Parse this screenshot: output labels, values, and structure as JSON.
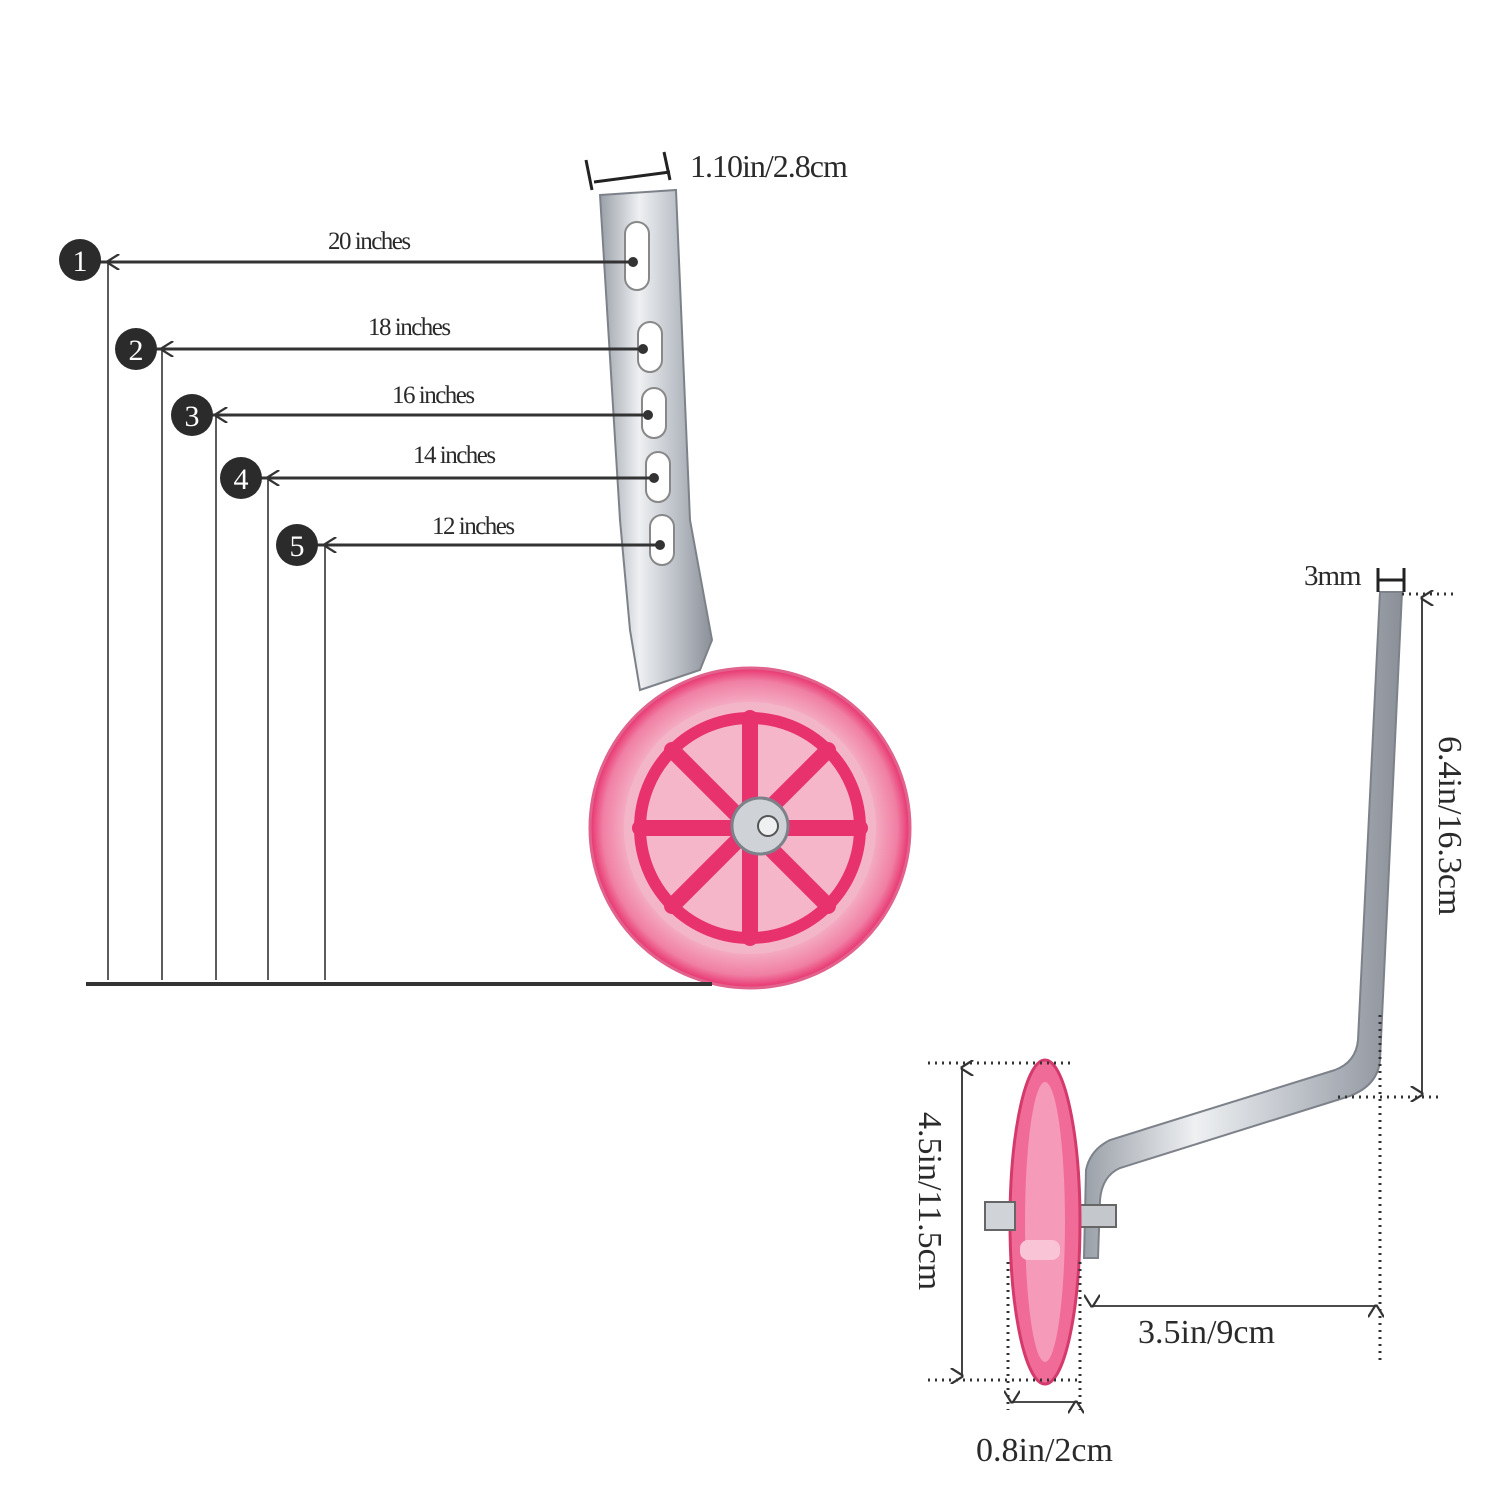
{
  "holes": [
    {
      "number": "1",
      "label": "20 inches"
    },
    {
      "number": "2",
      "label": "18 inches"
    },
    {
      "number": "3",
      "label": "16 inches"
    },
    {
      "number": "4",
      "label": "14 inches"
    },
    {
      "number": "5",
      "label": "12 inches"
    }
  ],
  "dimensions": {
    "bracket_width": "1.10in/2.8cm",
    "thickness": "3mm",
    "bracket_height": "6.4in/16.3cm",
    "wheel_diameter": "4.5in/11.5cm",
    "offset": "3.5in/9cm",
    "wheel_width": "0.8in/2cm"
  },
  "colors": {
    "wheel": "#e8326e",
    "wheel_light": "#f7a3c0",
    "metal": "#c9cdd3",
    "line": "#333333"
  }
}
